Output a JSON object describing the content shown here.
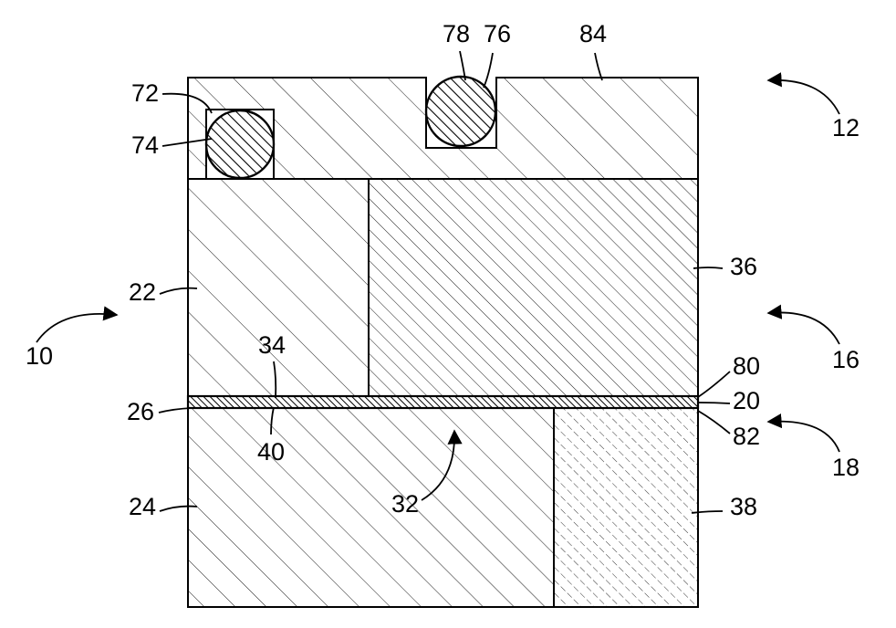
{
  "figure": {
    "labels": {
      "l10": "10",
      "l12": "12",
      "l16": "16",
      "l18": "18",
      "l20": "20",
      "l22": "22",
      "l24": "24",
      "l26": "26",
      "l32": "32",
      "l34": "34",
      "l36": "36",
      "l38": "38",
      "l40": "40",
      "l72": "72",
      "l74": "74",
      "l76": "76",
      "l78": "78",
      "l80": "80",
      "l82": "82",
      "l84": "84"
    },
    "line_color": "#000000",
    "background": "#ffffff"
  }
}
